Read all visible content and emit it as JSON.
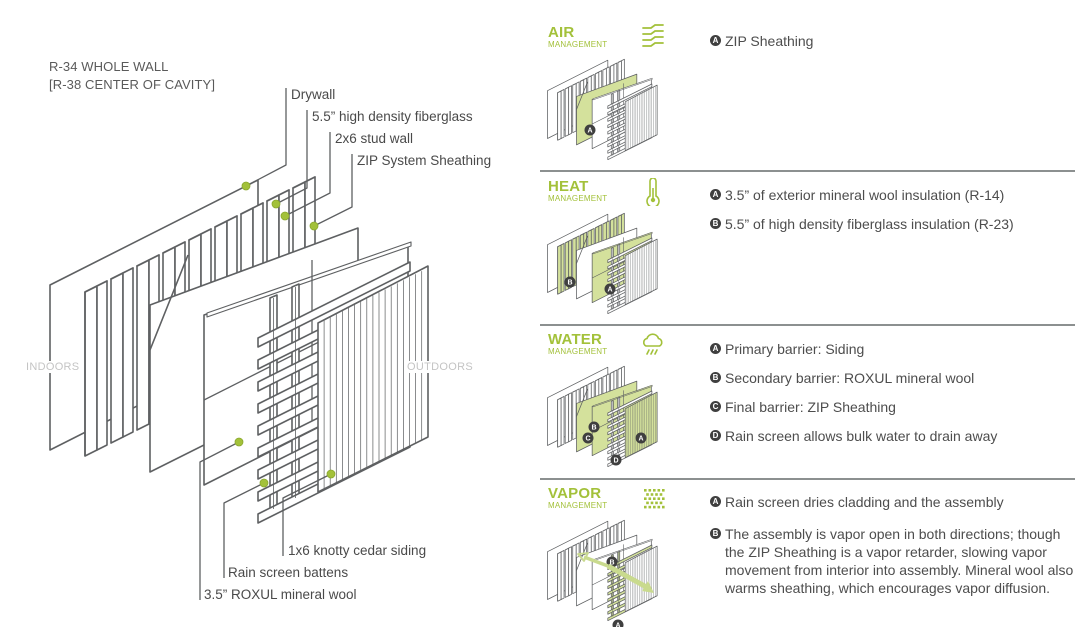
{
  "colors": {
    "accent_green": "#a3c13a",
    "panel_green": "#d4e19c",
    "line_gray": "#5e6062",
    "text_gray": "#4d4d4d",
    "badge_dark": "#3f3f3f",
    "side_label_gray": "#c4c4c4"
  },
  "main_diagram": {
    "rating_line1": "R-34 WHOLE WALL",
    "rating_line2": "[R-38 CENTER OF CAVITY]",
    "side_labels": {
      "indoors": "INDOORS",
      "outdoors": "OUTDOORS"
    },
    "callouts_top": [
      "Drywall",
      "5.5” high density fiberglass",
      "2x6 stud wall",
      "ZIP System Sheathing"
    ],
    "callouts_bottom": [
      "1x6 knotty cedar siding",
      "Rain screen battens",
      "3.5” ROXUL mineral wool"
    ]
  },
  "panels": [
    {
      "id": "air",
      "title": "AIR",
      "subtitle": "MANAGEMENT",
      "icon": "air-flow-icon",
      "highlight_layers": [
        "sheathing"
      ],
      "items": [
        {
          "badge": "A",
          "text": "ZIP Sheathing"
        }
      ]
    },
    {
      "id": "heat",
      "title": "HEAT",
      "subtitle": "MANAGEMENT",
      "icon": "thermometer-icon",
      "highlight_layers": [
        "studs",
        "wool"
      ],
      "items": [
        {
          "badge": "A",
          "text": "3.5” of exterior mineral wool insulation (R-14)"
        },
        {
          "badge": "B",
          "text": "5.5” of high density fiberglass insulation (R-23)"
        }
      ]
    },
    {
      "id": "water",
      "title": "WATER",
      "subtitle": "MANAGEMENT",
      "icon": "rain-cloud-icon",
      "highlight_layers": [
        "sheathing",
        "wool",
        "siding"
      ],
      "items": [
        {
          "badge": "A",
          "text": "Primary barrier: Siding"
        },
        {
          "badge": "B",
          "text": "Secondary barrier: ROXUL mineral wool"
        },
        {
          "badge": "C",
          "text": "Final barrier: ZIP Sheathing"
        },
        {
          "badge": "D",
          "text": "Rain screen allows bulk water to drain away"
        }
      ]
    },
    {
      "id": "vapor",
      "title": "VAPOR",
      "subtitle": "MANAGEMENT",
      "icon": "vapor-dots-icon",
      "highlight_layers": [
        "battens"
      ],
      "items": [
        {
          "badge": "A",
          "text": "Rain screen dries cladding and the assembly"
        },
        {
          "badge": "B",
          "text": "The assembly is vapor open in both directions; though the ZIP Sheathing is a vapor retarder, slowing vapor movement from interior into assembly. Mineral wool also warms sheathing, which encourages vapor diffusion."
        }
      ]
    }
  ]
}
